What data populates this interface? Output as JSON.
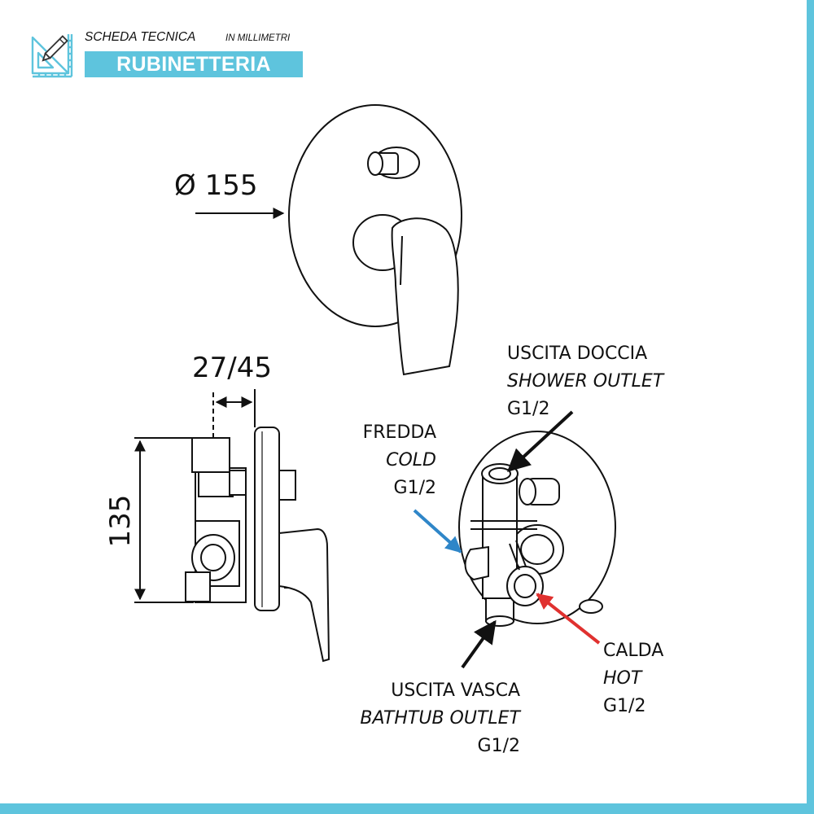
{
  "header": {
    "title": "SCHEDA TECNICA",
    "unit_note": "IN MILLIMETRI",
    "category": "RUBINETTERIA",
    "icon": "technical-drawing-icon"
  },
  "dimensions": {
    "diameter": "Ø 155",
    "depth": "27/45",
    "height": "135"
  },
  "connections": {
    "shower": {
      "it": "USCITA DOCCIA",
      "en": "SHOWER OUTLET",
      "thread": "G1/2"
    },
    "cold": {
      "it": "FREDDA",
      "en": "COLD",
      "thread": "G1/2"
    },
    "hot": {
      "it": "CALDA",
      "en": "HOT",
      "thread": "G1/2"
    },
    "bath": {
      "it": "USCITA VASCA",
      "en": "BATHTUB OUTLET",
      "thread": "G1/2"
    }
  },
  "colors": {
    "accent": "#5ec4dd",
    "cold_arrow": "#2f86c8",
    "hot_arrow": "#e0312f",
    "line": "#111111"
  }
}
